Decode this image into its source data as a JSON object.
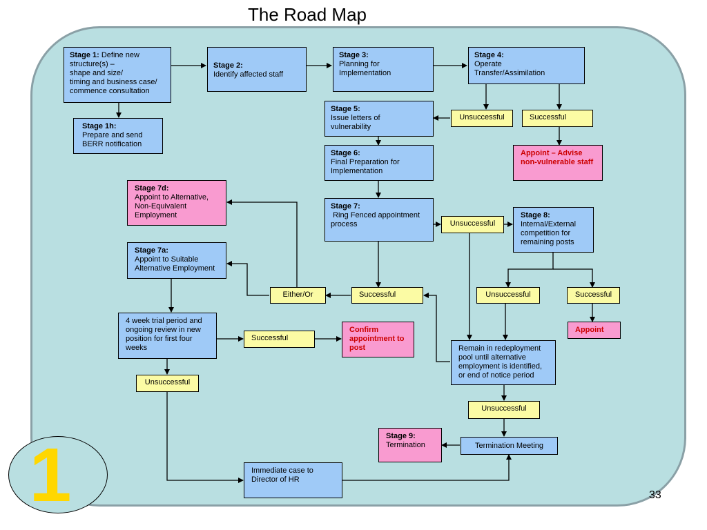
{
  "title": "The Road Map",
  "page_number": "33",
  "badge_number": "1",
  "stage1": {
    "label": "Stage 1:",
    "text": "Define new structure(s) –\nshape and size/\ntiming and business case/\ncommence consultation"
  },
  "stage1h": {
    "label": "Stage 1h:",
    "text": "Prepare and send BERR notification"
  },
  "stage2": {
    "label": "Stage 2:",
    "text": "Identify affected staff"
  },
  "stage3": {
    "label": "Stage 3:",
    "text": "Planning for\nImplementation"
  },
  "stage4": {
    "label": "Stage 4:",
    "text": "Operate\nTransfer/Assimilation"
  },
  "stage5": {
    "label": "Stage 5:",
    "text": "Issue letters of\nvulnerability"
  },
  "stage6": {
    "label": "Stage 6:",
    "text": "Final Preparation for\nImplementation"
  },
  "stage7": {
    "label": "Stage 7:",
    "text": " Ring Fenced appointment\nprocess"
  },
  "stage7a": {
    "label": "Stage 7a:",
    "text": "Appoint to Suitable\nAlternative Employment"
  },
  "stage7d": {
    "label": "Stage 7d:",
    "text": "Appoint to Alternative,\nNon-Equivalent\nEmployment"
  },
  "stage8": {
    "label": "Stage 8:",
    "text": "Internal/External\ncompetition for\nremaining posts"
  },
  "stage9": {
    "label": "Stage 9:",
    "text": "Termination"
  },
  "labels": {
    "unsuccessful": "Unsuccessful",
    "successful": "Successful",
    "either_or": "Either/Or"
  },
  "appoint_advise": "Appoint – Advise\nnon-vulnerable staff",
  "appoint": "Appoint",
  "confirm": "Confirm\nappointment to\npost",
  "trial": "4 week trial period and\nongoing review in new\nposition for first four\nweeks",
  "remain": "Remain in redeployment\npool until alternative\nemployment is identified,\nor end of notice period",
  "termination_meeting": "Termination Meeting",
  "immediate_case": "Immediate case to\nDirector of HR",
  "colors": {
    "panel": "#b9dfe1",
    "blue": "#9fcaf7",
    "yellow": "#fbfba4",
    "pink": "#f99bd0",
    "badge": "#ffd700"
  }
}
